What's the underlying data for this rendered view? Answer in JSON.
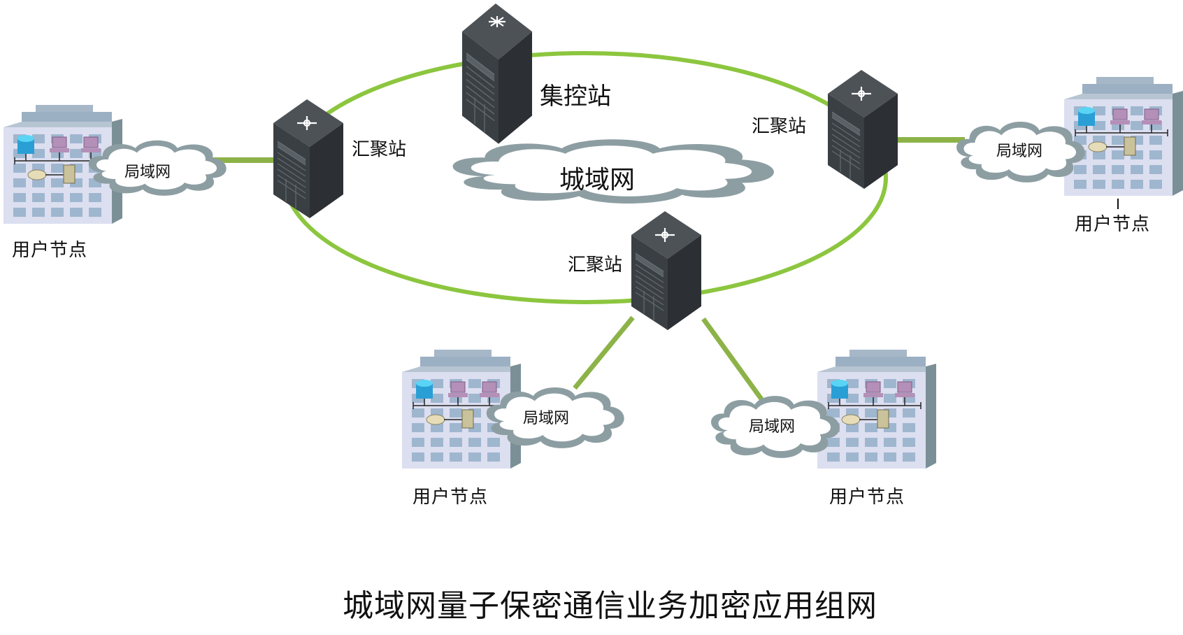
{
  "diagram": {
    "title": "城域网量子保密通信业务加密应用组网",
    "metro_network": {
      "label": "城域网"
    },
    "control_station": {
      "label": "集控站",
      "icon": "core-switch-icon"
    },
    "aggregation_stations": [
      {
        "id": "agg-left",
        "label": "汇聚站",
        "icon": "router-icon"
      },
      {
        "id": "agg-right",
        "label": "汇聚站",
        "icon": "router-icon"
      },
      {
        "id": "agg-bottom",
        "label": "汇聚站",
        "icon": "router-icon"
      }
    ],
    "user_nodes": [
      {
        "id": "user-left",
        "label": "用户节点",
        "lan_label": "局域网",
        "connected_to": "agg-left"
      },
      {
        "id": "user-right",
        "label": "用户节点",
        "lan_label": "局域网",
        "connected_to": "agg-right"
      },
      {
        "id": "user-bottom-left",
        "label": "用户节点",
        "lan_label": "局域网",
        "connected_to": "agg-bottom"
      },
      {
        "id": "user-bottom-right",
        "label": "用户节点",
        "lan_label": "局域网",
        "connected_to": "agg-bottom"
      }
    ],
    "colors": {
      "ring_link": "#8cc63f",
      "access_link": "#8db348",
      "cloud_outline": "#8d9ea3",
      "rack_dark": "#3a3f44",
      "building_face": "#dcdff0",
      "building_window": "#9fb6cf",
      "database": "#2a9fd6",
      "workstation": "#b48fb8",
      "server_box": "#c9c29a"
    }
  }
}
